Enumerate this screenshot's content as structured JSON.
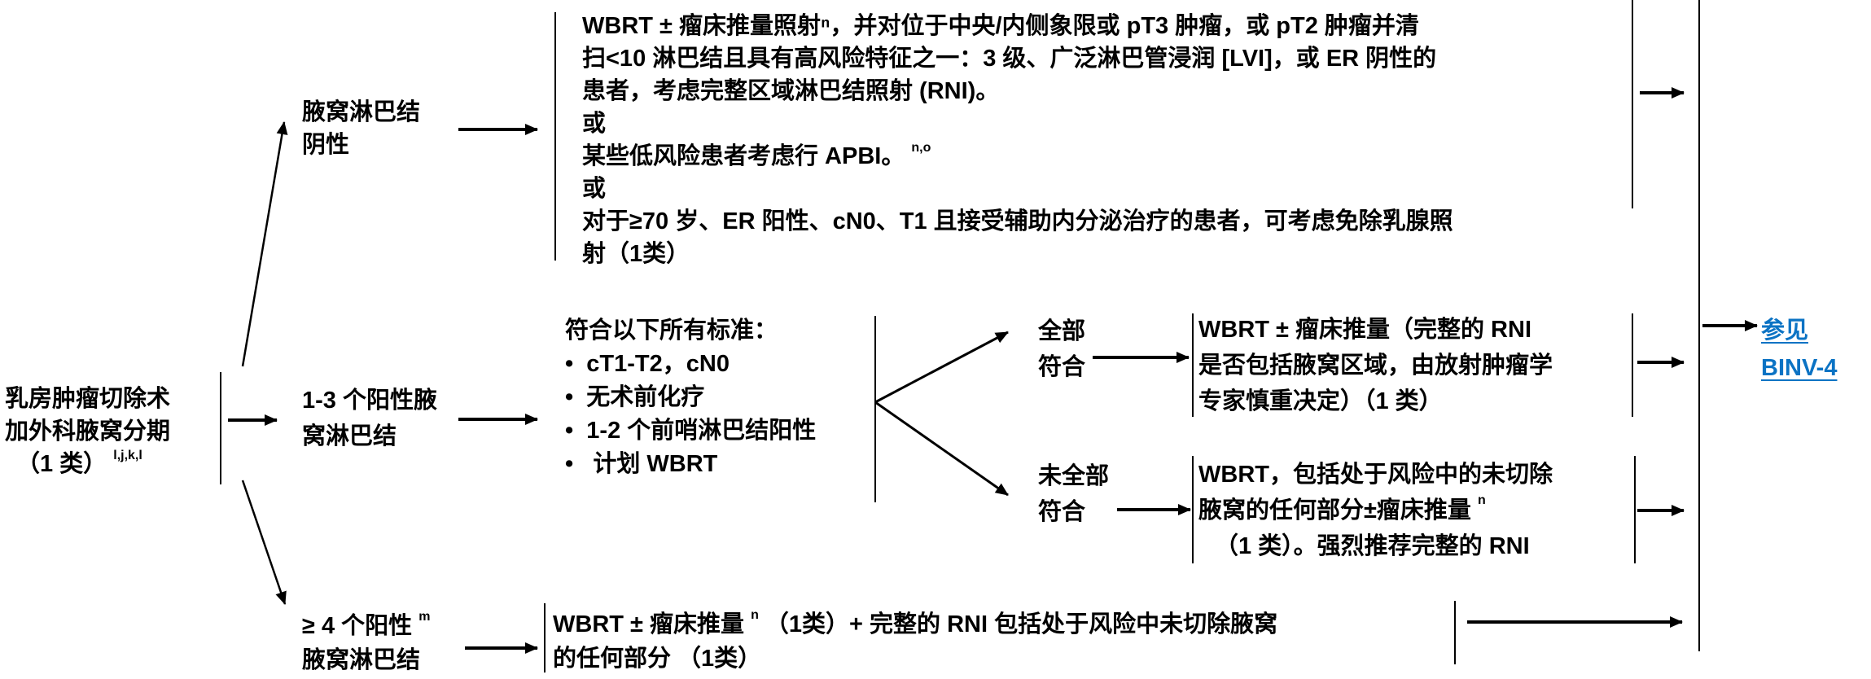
{
  "start": {
    "lines": [
      "乳房肿瘤切除术",
      "加外科腋窝分期",
      "（1 类）"
    ],
    "sup": "l,j,k,l"
  },
  "branch_negative": {
    "label": [
      "腋窝淋巴结",
      "阴性"
    ],
    "treatment": [
      "WBRT ± 瘤床推量照射",
      "ⁿ，并对位于中央/内侧象限或 pT3 肿瘤，或 pT2 肿瘤并清",
      "扫<10 淋巴结且具有高风险特征之一：3 级、广泛淋巴管浸润 [LVI]，或 ER 阴性的",
      "患者，考虑完整区域淋巴结照射 (RNI)。",
      "或",
      "某些低风险患者考虑行 APBI。",
      "n,o",
      "或",
      "对于≥70 岁、ER 阳性、cN0、T1 且接受辅助内分泌治疗的患者，可考虑免除乳腺照",
      "射（1类）"
    ]
  },
  "branch_1_3": {
    "label": [
      "1-3 个阳性腋",
      "窝淋巴结"
    ],
    "criteria_title": "符合以下所有标准：",
    "criteria": [
      "cT1-T2，cN0",
      "无术前化疗",
      "1-2 个前哨淋巴结阳性",
      "计划 WBRT"
    ],
    "all_met": {
      "label": [
        "全部",
        "符合"
      ],
      "treatment": [
        "WBRT ± 瘤床推量（完整的 RNI",
        "是否包括腋窝区域，由放射肿瘤学",
        "专家慎重决定）（1 类）"
      ]
    },
    "not_all_met": {
      "label": [
        "未全部",
        "符合"
      ],
      "treatment": [
        "WBRT，包括处于风险中的未切除",
        "腋窝的任何部分±瘤床推量",
        "（1 类）。强烈推荐完整的 RNI"
      ],
      "sup": "n"
    }
  },
  "branch_4plus": {
    "label": [
      "≥ 4 个阳性",
      "腋窝淋巴结"
    ],
    "label_sup": "m",
    "treatment": [
      "WBRT ± 瘤床推量",
      "（1类）+ 完整的 RNI 包括处于风险中未切除腋窝",
      "的任何部分 （1类）"
    ],
    "sup": "n"
  },
  "see_also": {
    "lines": [
      "参见",
      "BINV-4"
    ],
    "color": "#0b73c4"
  }
}
